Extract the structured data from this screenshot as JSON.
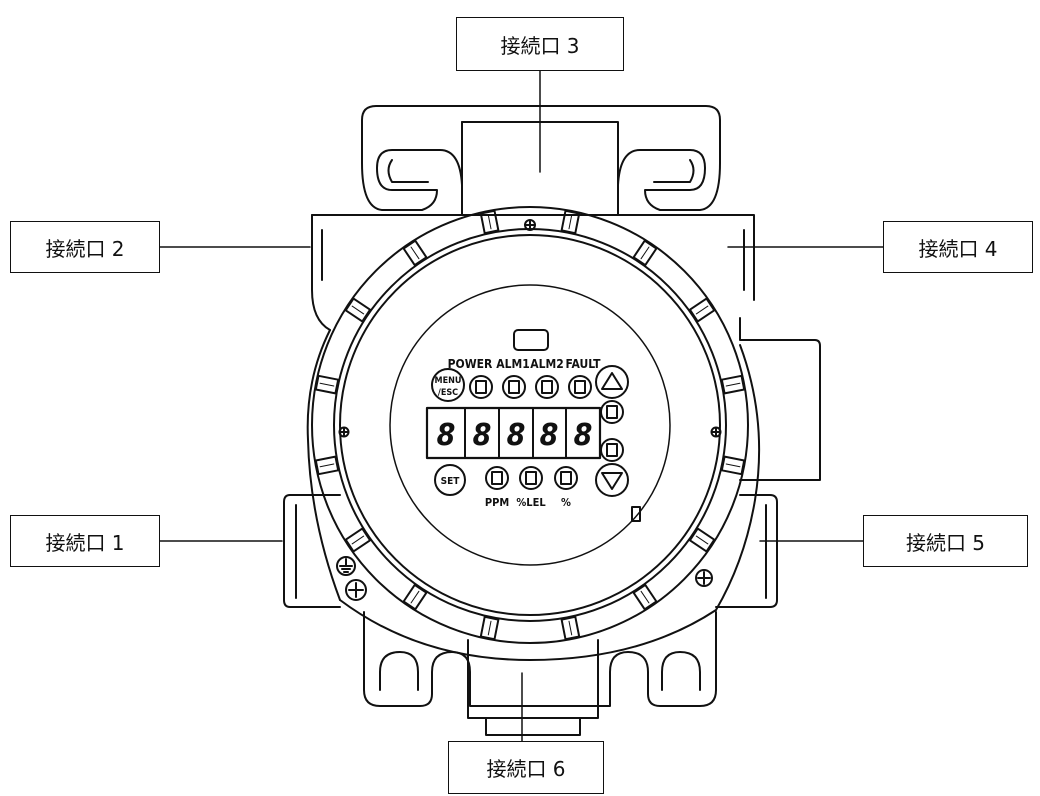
{
  "callouts": {
    "port1": "接続口 1",
    "port2": "接続口 2",
    "port3": "接続口 3",
    "port4": "接続口 4",
    "port5": "接続口 5",
    "port6": "接続口 6"
  },
  "panel": {
    "indicators": {
      "power": "POWER",
      "alm1": "ALM1",
      "alm2": "ALM2",
      "fault": "FAULT"
    },
    "units": {
      "ppm": "PPM",
      "lel": "%LEL",
      "percent": "%"
    },
    "buttons": {
      "menu_line1": "MENU",
      "menu_line2": "/ESC",
      "set": "SET"
    },
    "display_digits": [
      "8",
      "8",
      "8",
      "8",
      "8"
    ]
  },
  "colors": {
    "line": "#111111",
    "background": "#ffffff"
  },
  "icons": [
    "ground-icon",
    "screw-icon",
    "up-arrow-icon",
    "down-arrow-icon"
  ]
}
